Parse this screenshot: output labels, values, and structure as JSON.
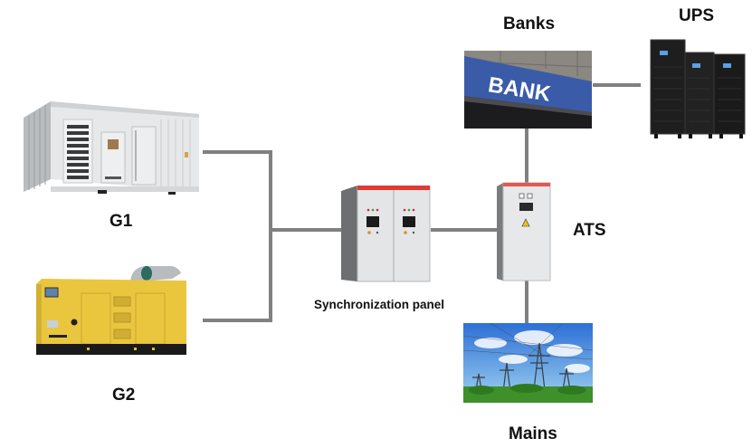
{
  "diagram": {
    "title": "Generator synchronization power system",
    "nodes": {
      "g1": {
        "label": "G1",
        "kind": "containerized generator"
      },
      "g2": {
        "label": "G2",
        "kind": "canopy diesel generator"
      },
      "sync_panel": {
        "label": "Synchronization panel",
        "kind": "switchgear cabinet"
      },
      "ats": {
        "label": "ATS",
        "kind": "automatic transfer switch cabinet"
      },
      "banks": {
        "label": "Banks",
        "sign_text": "BANK",
        "kind": "load"
      },
      "ups": {
        "label": "UPS",
        "kind": "uninterruptible power supply"
      },
      "mains": {
        "label": "Mains",
        "kind": "utility grid"
      }
    },
    "edges": [
      {
        "from": "g1",
        "to": "sync_panel"
      },
      {
        "from": "g2",
        "to": "sync_panel"
      },
      {
        "from": "sync_panel",
        "to": "ats"
      },
      {
        "from": "mains",
        "to": "ats"
      },
      {
        "from": "ats",
        "to": "banks"
      },
      {
        "from": "banks",
        "to": "ups"
      }
    ],
    "colors": {
      "connector": "#808080",
      "generator_yellow": "#e8c43a",
      "panel_red": "#e03a33",
      "bank_blue": "#3a5ba8",
      "ups_black": "#1b1b1b"
    }
  }
}
